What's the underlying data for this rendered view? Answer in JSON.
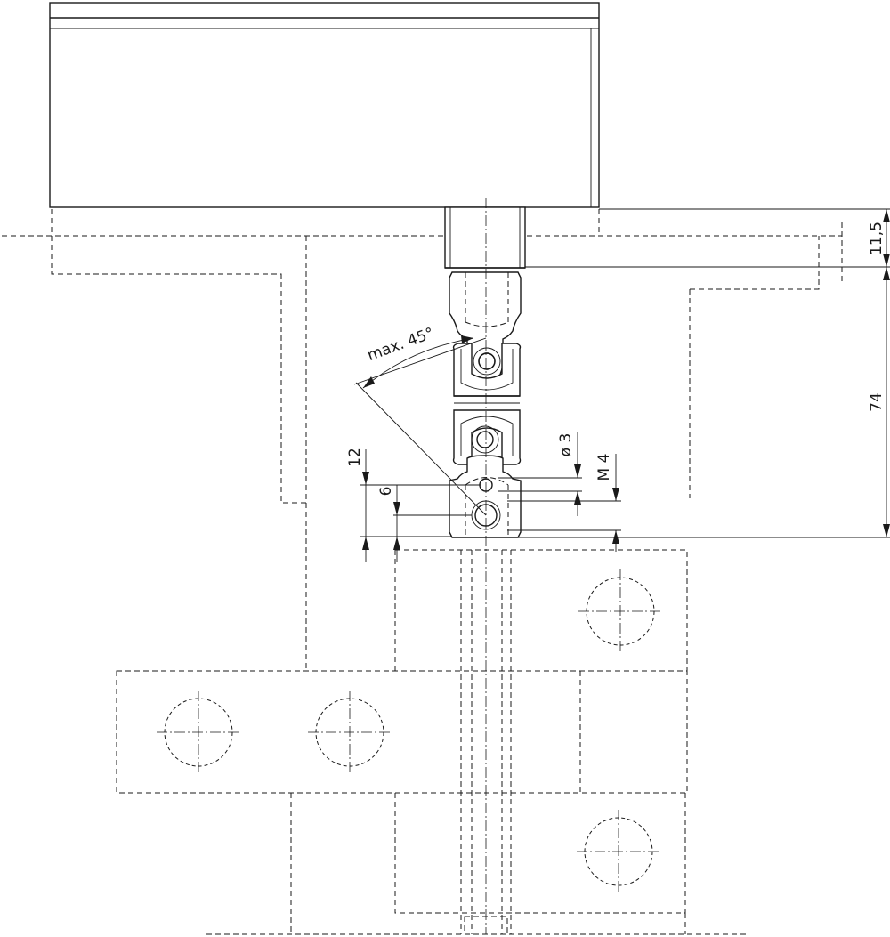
{
  "dimensions": {
    "top_offset": "11,5",
    "joint_length": "74",
    "angle": "max. 45°",
    "bore_diameter": "ø 3",
    "thread": "M 4",
    "hole_spacing": "12",
    "thread_offset": "6"
  }
}
